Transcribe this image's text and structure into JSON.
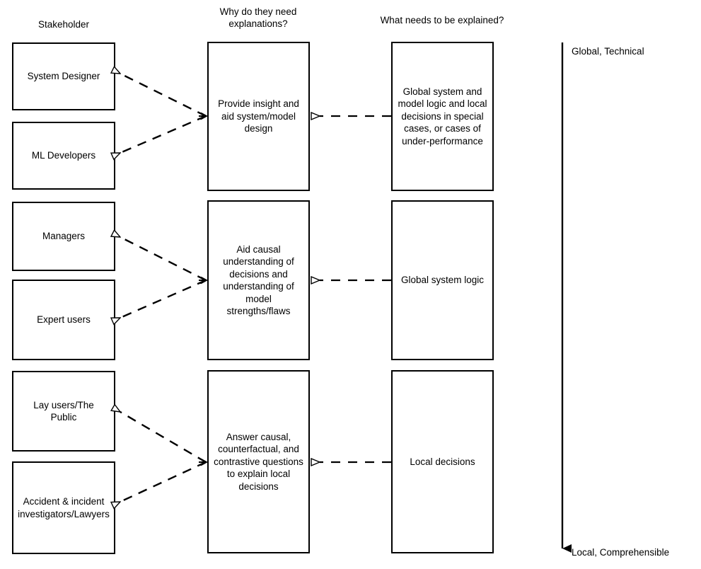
{
  "headers": {
    "stakeholder": "Stakeholder",
    "why": "Why do they need\nexplanations?",
    "what": "What needs to be explained?"
  },
  "stakeholders": [
    {
      "label": "System Designer"
    },
    {
      "label": "ML Developers"
    },
    {
      "label": "Managers"
    },
    {
      "label": "Expert users"
    },
    {
      "label": "Lay users/The\nPublic"
    },
    {
      "label": "Accident & incident\ninvestigators/Lawyers"
    }
  ],
  "reasons": [
    {
      "label": "Provide insight and\naid system/model\ndesign"
    },
    {
      "label": "Aid causal\nunderstanding of\ndecisions and\nunderstanding of\nmodel\nstrengths/flaws"
    },
    {
      "label": "Answer causal,\ncounterfactual, and\ncontrastive questions\nto explain local\ndecisions"
    }
  ],
  "explanations": [
    {
      "label": "Global system and\nmodel logic and local\ndecisions in special\ncases, or cases of\nunder-performance"
    },
    {
      "label": "Global system logic"
    },
    {
      "label": "Local decisions"
    }
  ],
  "axis": {
    "top_label": "Global, Technical",
    "bottom_label": "Local, Comprehensible"
  },
  "colors": {
    "stroke": "#000000",
    "background": "#ffffff"
  }
}
